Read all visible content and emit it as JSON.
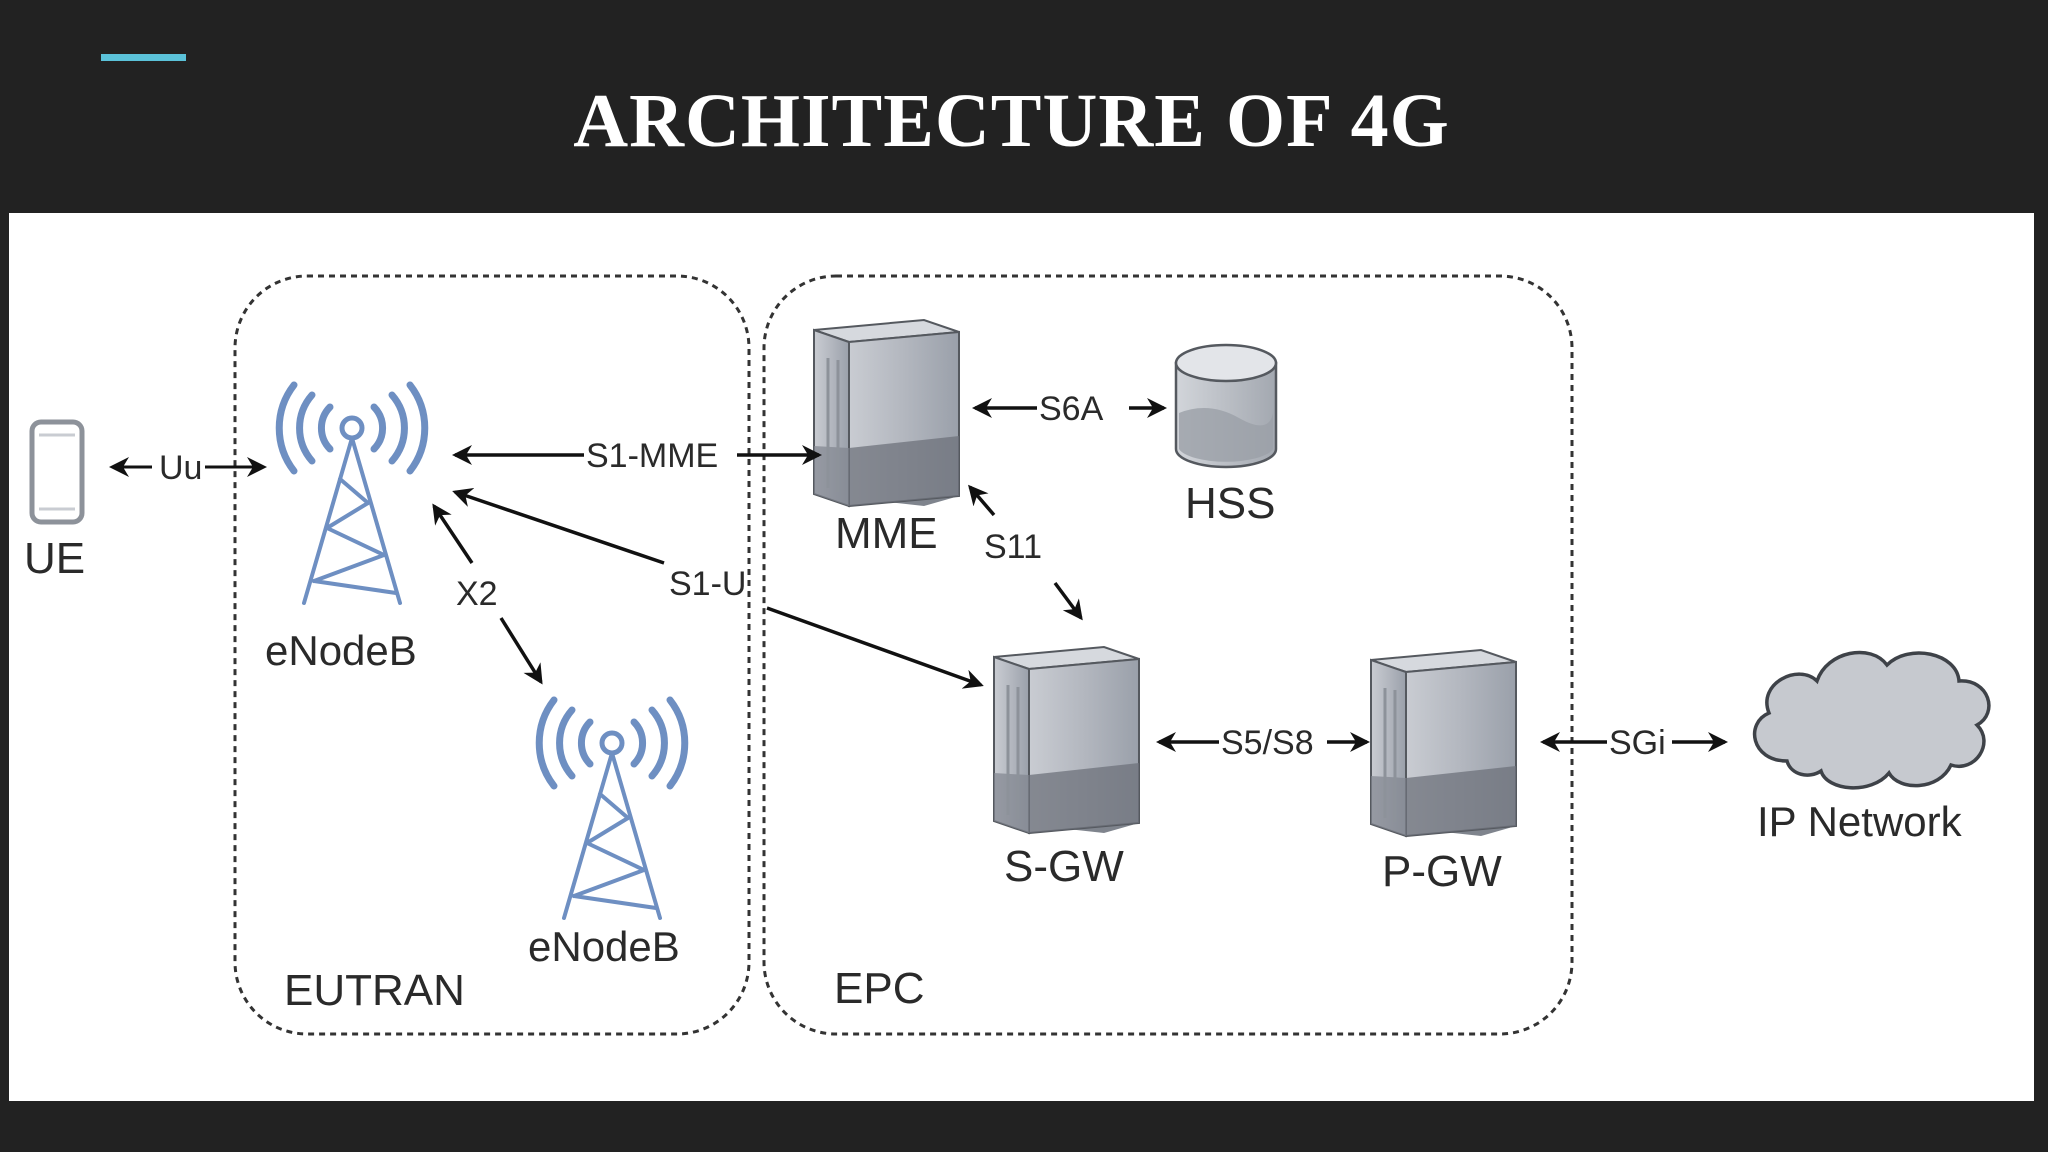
{
  "title": "ARCHITECTURE OF 4G",
  "colors": {
    "background": "#222222",
    "accent": "#5bc2d9",
    "panel": "#ffffff",
    "server": "#a9adb5",
    "tower": "#6e8fc2"
  },
  "regions": {
    "eutran": "EUTRAN",
    "epc": "EPC"
  },
  "nodes": {
    "ue": "UE",
    "enodeb_1": "eNodeB",
    "enodeb_2": "eNodeB",
    "mme": "MME",
    "hss": "HSS",
    "sgw": "S-GW",
    "pgw": "P-GW",
    "ip_network": "IP Network"
  },
  "interfaces": {
    "uu": "Uu",
    "s1_mme": "S1-MME",
    "s1_u": "S1-U",
    "x2": "X2",
    "s6a": "S6A",
    "s11": "S11",
    "s5_s8": "S5/S8",
    "sgi": "SGi"
  },
  "icons": {
    "ue": "mobile-phone-icon",
    "enodeb": "cell-tower-icon",
    "server": "server-icon",
    "database": "database-icon",
    "cloud": "cloud-icon"
  }
}
